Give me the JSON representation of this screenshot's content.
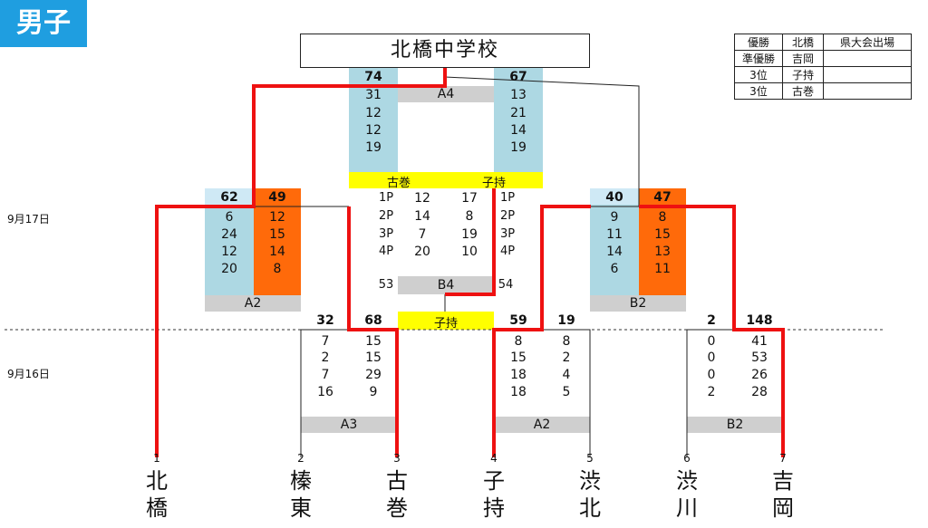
{
  "badge": "男子",
  "champion": "北橋中学校",
  "results": [
    {
      "place": "優勝",
      "team": "北橋",
      "note": "県大会出場"
    },
    {
      "place": "準優勝",
      "team": "吉岡",
      "note": ""
    },
    {
      "place": "3位",
      "team": "子持",
      "note": ""
    },
    {
      "place": "3位",
      "team": "古巻",
      "note": ""
    }
  ],
  "dates": {
    "day2": "9月17日",
    "day1": "9月16日"
  },
  "final": {
    "left_total": "74",
    "left_q": [
      "31",
      "12",
      "12",
      "19"
    ],
    "right_total": "67",
    "right_q": [
      "13",
      "21",
      "14",
      "19"
    ],
    "court": "A4"
  },
  "third_place": {
    "left_team": "古巻",
    "right_team": "子持",
    "periods": [
      "1P",
      "2P",
      "3P",
      "4P"
    ],
    "left_q": [
      "12",
      "14",
      "7",
      "20"
    ],
    "right_q": [
      "17",
      "8",
      "19",
      "10"
    ],
    "left_total": "53",
    "right_total": "54",
    "court": "B4",
    "winner": "子持"
  },
  "semi_left": {
    "a_total": "62",
    "a_q": [
      "6",
      "24",
      "12",
      "20"
    ],
    "b_total": "49",
    "b_q": [
      "12",
      "15",
      "14",
      "8"
    ],
    "court": "A2"
  },
  "semi_right": {
    "a_total": "40",
    "a_q": [
      "9",
      "11",
      "14",
      "6"
    ],
    "b_total": "47",
    "b_q": [
      "8",
      "15",
      "13",
      "11"
    ],
    "court": "B2"
  },
  "r1_a3": {
    "a_total": "32",
    "a_q": [
      "7",
      "2",
      "7",
      "16"
    ],
    "b_total": "68",
    "b_q": [
      "15",
      "15",
      "29",
      "9"
    ],
    "court": "A3"
  },
  "r1_a2": {
    "a_total": "59",
    "a_q": [
      "8",
      "15",
      "18",
      "18"
    ],
    "b_total": "19",
    "b_q": [
      "8",
      "2",
      "4",
      "5"
    ],
    "court": "A2"
  },
  "r1_b2": {
    "a_total": "2",
    "a_q": [
      "0",
      "0",
      "0",
      "2"
    ],
    "b_total": "148",
    "b_q": [
      "41",
      "53",
      "26",
      "28"
    ],
    "court": "B2"
  },
  "teams": [
    {
      "idx": "1",
      "name1": "北",
      "name2": "橋"
    },
    {
      "idx": "2",
      "name1": "榛",
      "name2": "東"
    },
    {
      "idx": "3",
      "name1": "古",
      "name2": "巻"
    },
    {
      "idx": "4",
      "name1": "子",
      "name2": "持"
    },
    {
      "idx": "5",
      "name1": "渋",
      "name2": "北"
    },
    {
      "idx": "6",
      "name1": "渋",
      "name2": "川"
    },
    {
      "idx": "7",
      "name1": "吉",
      "name2": "岡"
    }
  ],
  "colors": {
    "win_line": "#ee1111",
    "line": "#222222",
    "badge": "#1f9ee0"
  }
}
